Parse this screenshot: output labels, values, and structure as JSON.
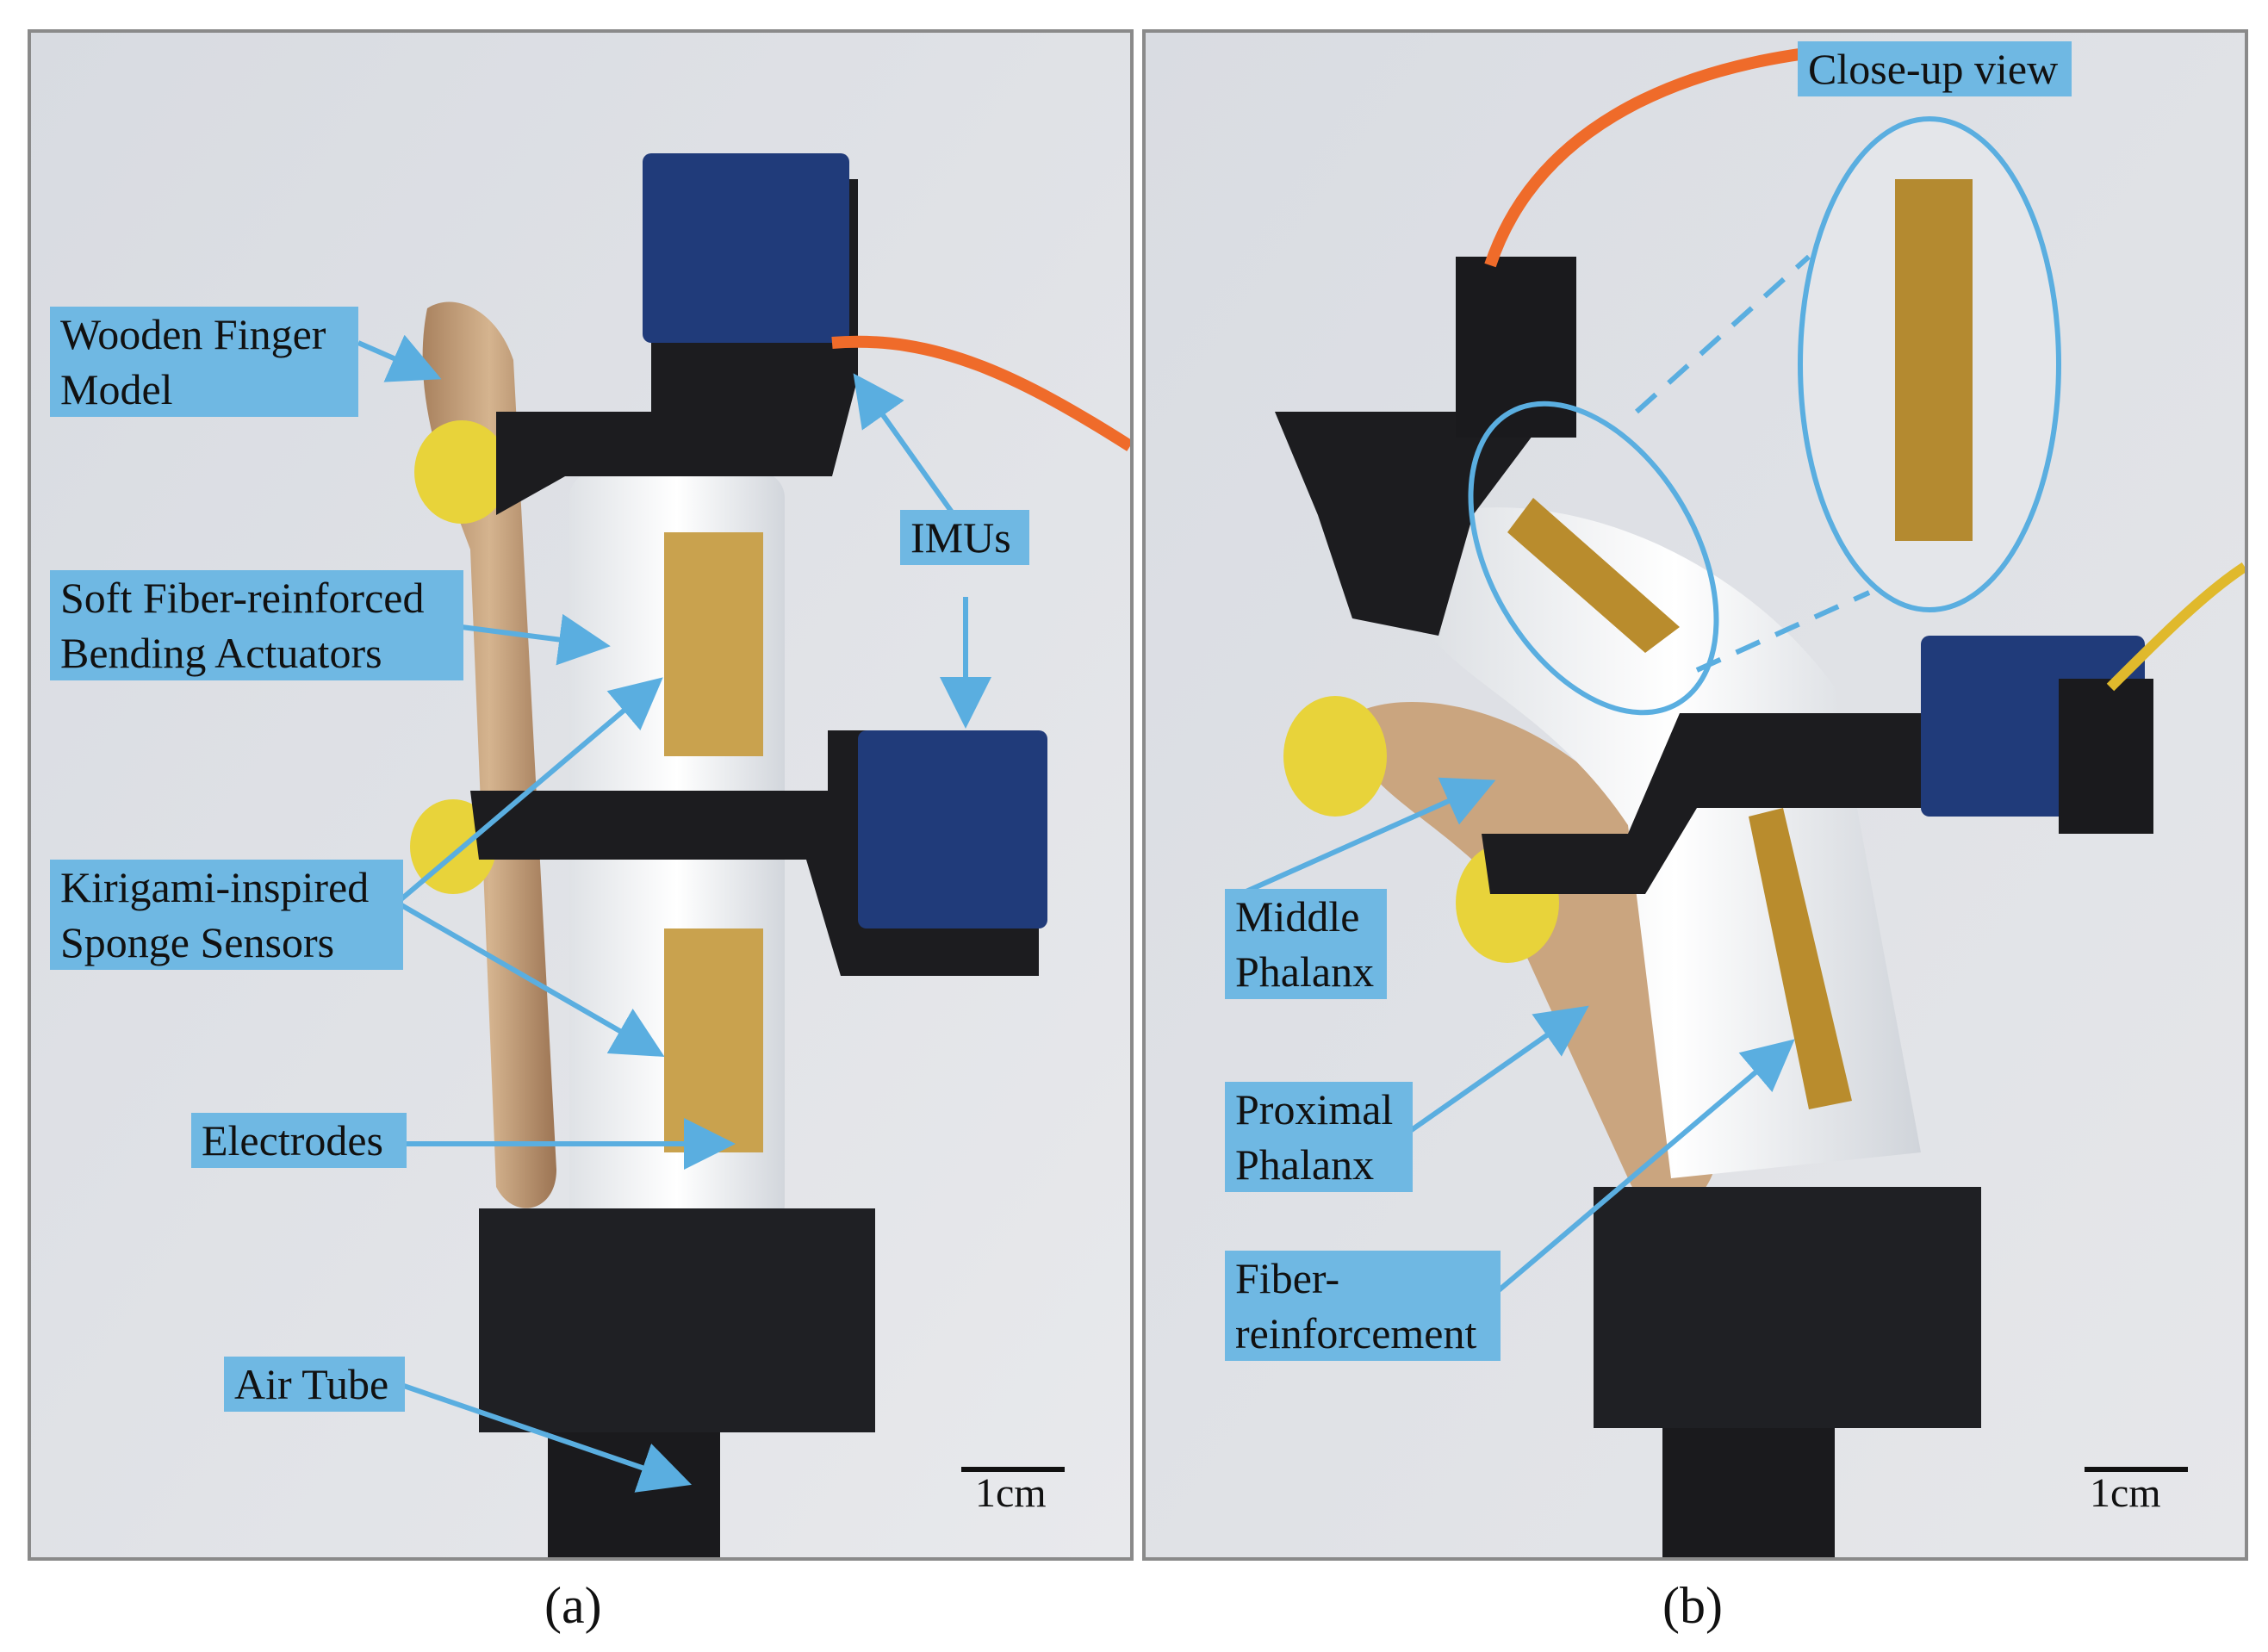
{
  "colors": {
    "label_bg": "#6fb8e3",
    "arrow": "#5aaee0",
    "frame": "#8a8a8a"
  },
  "panel_a": {
    "caption": "(a)",
    "labels": {
      "wooden_finger": [
        "Wooden Finger",
        "Model"
      ],
      "imus": "IMUs",
      "actuators": [
        "Soft Fiber-reinforced",
        "Bending Actuators"
      ],
      "sensors": [
        "Kirigami-inspired",
        "Sponge Sensors"
      ],
      "electrodes": "Electrodes",
      "air_tube": "Air Tube"
    },
    "scale": "1cm"
  },
  "panel_b": {
    "caption": "(b)",
    "labels": {
      "closeup": "Close-up view",
      "middle": [
        "Middle",
        "Phalanx"
      ],
      "proximal": [
        "Proximal",
        "Phalanx"
      ],
      "fiber": [
        "Fiber-",
        "reinforcement"
      ]
    },
    "scale": "1cm"
  }
}
